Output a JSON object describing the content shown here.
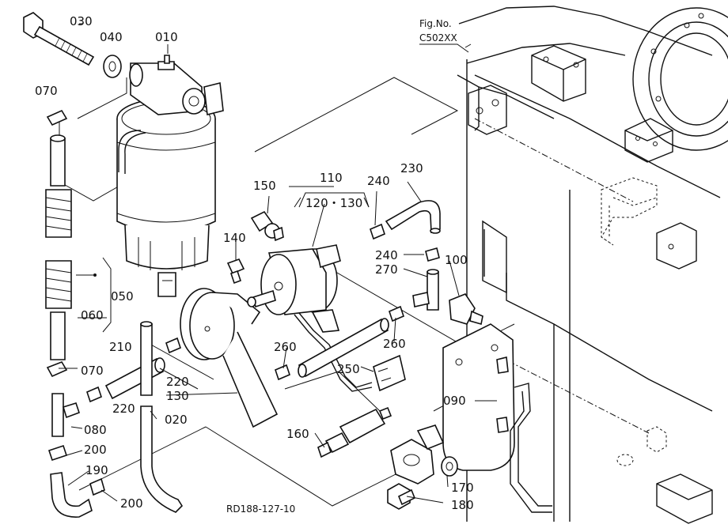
{
  "figure": {
    "fig_no_label": "Fig.No.",
    "fig_no_value": "C502XX",
    "drawing_code": "RD188-127-10"
  },
  "callouts": {
    "c010": "010",
    "c020": "020",
    "c030": "030",
    "c040": "040",
    "c050": "050",
    "c060": "060",
    "c070a": "070",
    "c070b": "070",
    "c080": "080",
    "c090": "090",
    "c100": "100",
    "c110": "110",
    "c120_130": "120・130",
    "c130": "130",
    "c140": "140",
    "c150": "150",
    "c160": "160",
    "c170": "170",
    "c180": "180",
    "c190": "190",
    "c200a": "200",
    "c200b": "200",
    "c210": "210",
    "c220a": "220",
    "c220b": "220",
    "c230": "230",
    "c240a": "240",
    "c240b": "240",
    "c250": "250",
    "c260a": "260",
    "c260b": "260",
    "c270": "270"
  }
}
